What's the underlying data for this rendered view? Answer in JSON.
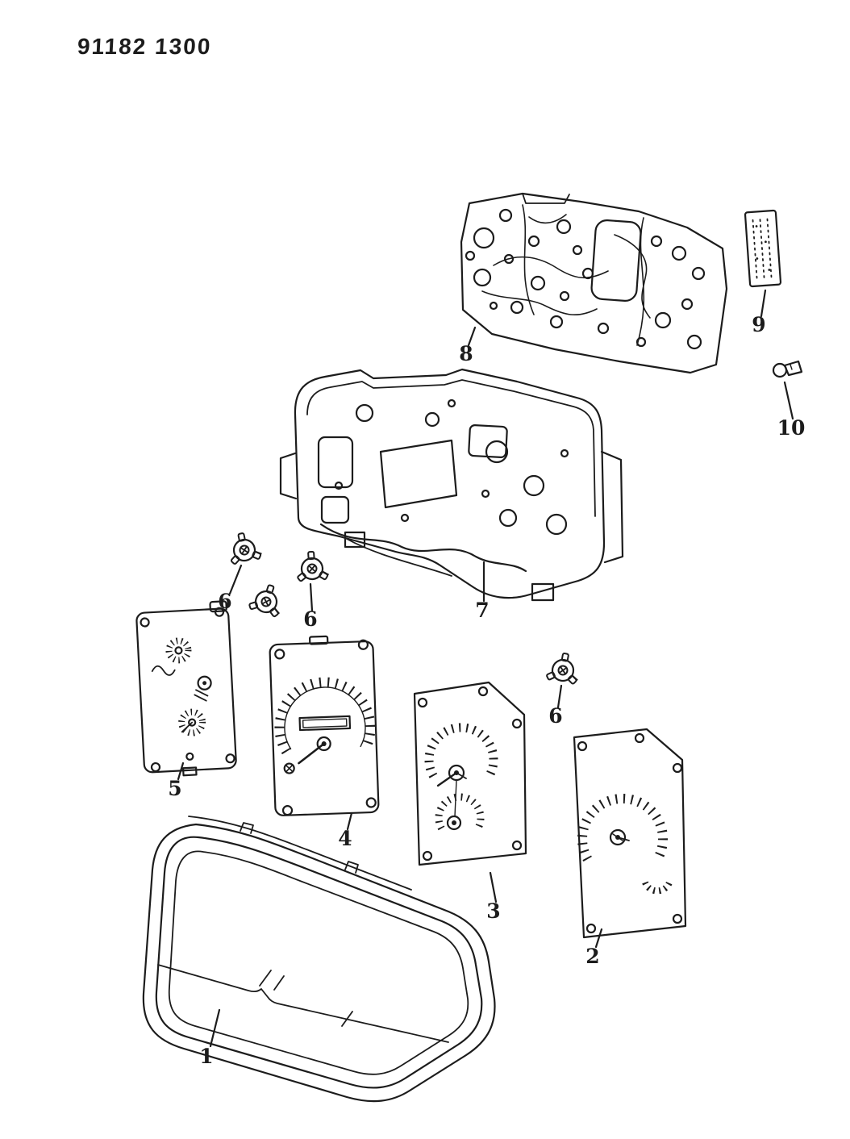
{
  "colors": {
    "background": "#ffffff",
    "ink": "#1c1c1c"
  },
  "header": {
    "drawing_number": "91182 1300"
  },
  "callouts": {
    "c1": "1",
    "c2": "2",
    "c3": "3",
    "c4": "4",
    "c5": "5",
    "c6a": "6",
    "c6b": "6",
    "c6c": "6",
    "c7": "7",
    "c8": "8",
    "c9": "9",
    "c10": "10"
  }
}
